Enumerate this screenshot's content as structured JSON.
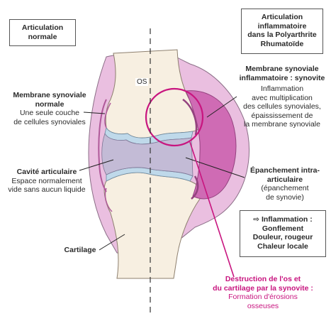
{
  "boxes": {
    "normal": {
      "lines": [
        "Articulation",
        "normale"
      ]
    },
    "inflamed": {
      "lines": [
        "Articulation",
        "inflammatoire",
        "dans la Polyarthrite",
        "Rhumatoïde"
      ]
    },
    "inflammation": {
      "lines": [
        "⇨ Inflammation :",
        "Gonflement",
        "Douleur, rougeur",
        "Chaleur locale"
      ]
    }
  },
  "bone_label": "OS",
  "labels": {
    "synovial_normal": {
      "title": [
        "Membrane synoviale",
        "normale"
      ],
      "desc": [
        "Une seule couche",
        "de cellules synoviales"
      ]
    },
    "cavity": {
      "title": [
        "Cavité articulaire"
      ],
      "desc": [
        "Espace normalement",
        "vide sans aucun liquide"
      ]
    },
    "cartilage": {
      "title": [
        "Cartilage"
      ]
    },
    "synovitis": {
      "title": [
        "Membrane synoviale",
        "inflammatoire : synovite"
      ],
      "desc": [
        "Inflammation",
        "avec multiplication",
        "des cellules synoviales,",
        "épaississement de",
        "la membrane synoviale"
      ]
    },
    "effusion": {
      "title": [
        "Épanchement intra-",
        "articulaire"
      ],
      "desc": [
        "(épanchement",
        "de synovie)"
      ]
    },
    "destruction": {
      "title": [
        "Destruction de l'os et",
        "du cartilage par la synovite :"
      ],
      "desc": [
        "Formation d'érosions",
        "osseuses"
      ]
    }
  },
  "colors": {
    "capsule": "#eabfe0",
    "bone": "#f7efe1",
    "cavity": "#c3bbd6",
    "cartilage": "#bfd9ea",
    "synovitis": "#cf6bb4",
    "accent": "#c8157f"
  }
}
